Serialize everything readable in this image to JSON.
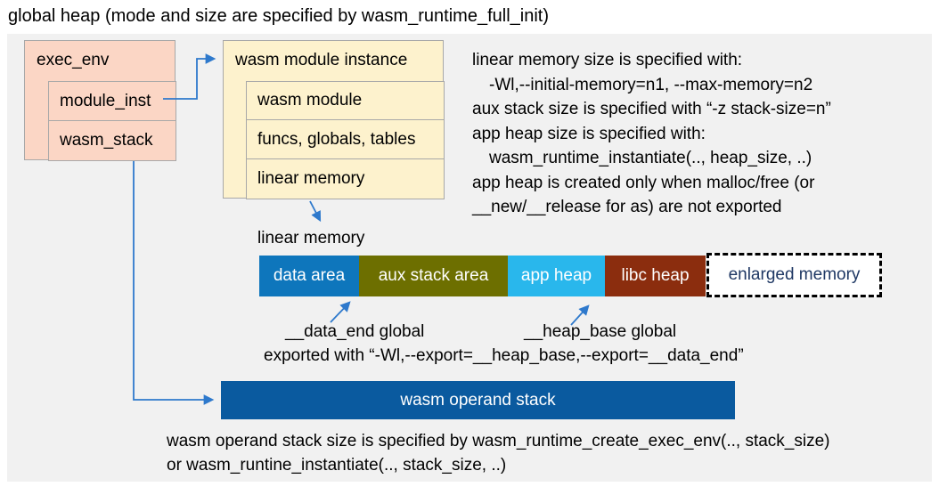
{
  "title": "global heap (mode and size are specified by wasm_runtime_full_init)",
  "exec_env": {
    "label": "exec_env",
    "fields": [
      "module_inst",
      "wasm_stack"
    ]
  },
  "module_instance": {
    "label": "wasm module instance",
    "fields": [
      "wasm module",
      "funcs, globals, tables",
      "linear memory"
    ]
  },
  "notes_right": [
    "linear memory size is specified with:",
    "-Wl,--initial-memory=n1, --max-memory=n2",
    "aux stack size is specified with “-z stack-size=n”",
    "app heap size is specified with:",
    "wasm_runtime_instantiate(.., heap_size, ..)",
    "app heap is created only when malloc/free (or",
    "__new/__release for as) are not exported"
  ],
  "linear_memory": {
    "label": "linear memory",
    "segments": [
      {
        "label": "data area",
        "color": "#0e76bc"
      },
      {
        "label": "aux stack area",
        "color": "#6d6f00"
      },
      {
        "label": "app heap",
        "color": "#29b7ec"
      },
      {
        "label": "libc heap",
        "color": "#8b2d0e"
      }
    ],
    "enlarged_label": "enlarged memory",
    "enlarged_text_color": "#1f3864"
  },
  "annotations": {
    "data_end": "__data_end global",
    "heap_base": "__heap_base global",
    "exported": "exported with “-Wl,--export=__heap_base,--export=__data_end”"
  },
  "operand_stack": {
    "label": "wasm operand stack",
    "color": "#0a5a9f"
  },
  "notes_bottom": [
    "wasm operand stack size is specified by wasm_runtime_create_exec_env(.., stack_size)",
    "or wasm_runtine_instantiate(.., stack_size, ..)"
  ],
  "colors": {
    "panel": "#f1f1f1",
    "box_salmon": "#fbd6c5",
    "box_cream": "#fdf2cd",
    "arrow": "#2e79cc"
  }
}
